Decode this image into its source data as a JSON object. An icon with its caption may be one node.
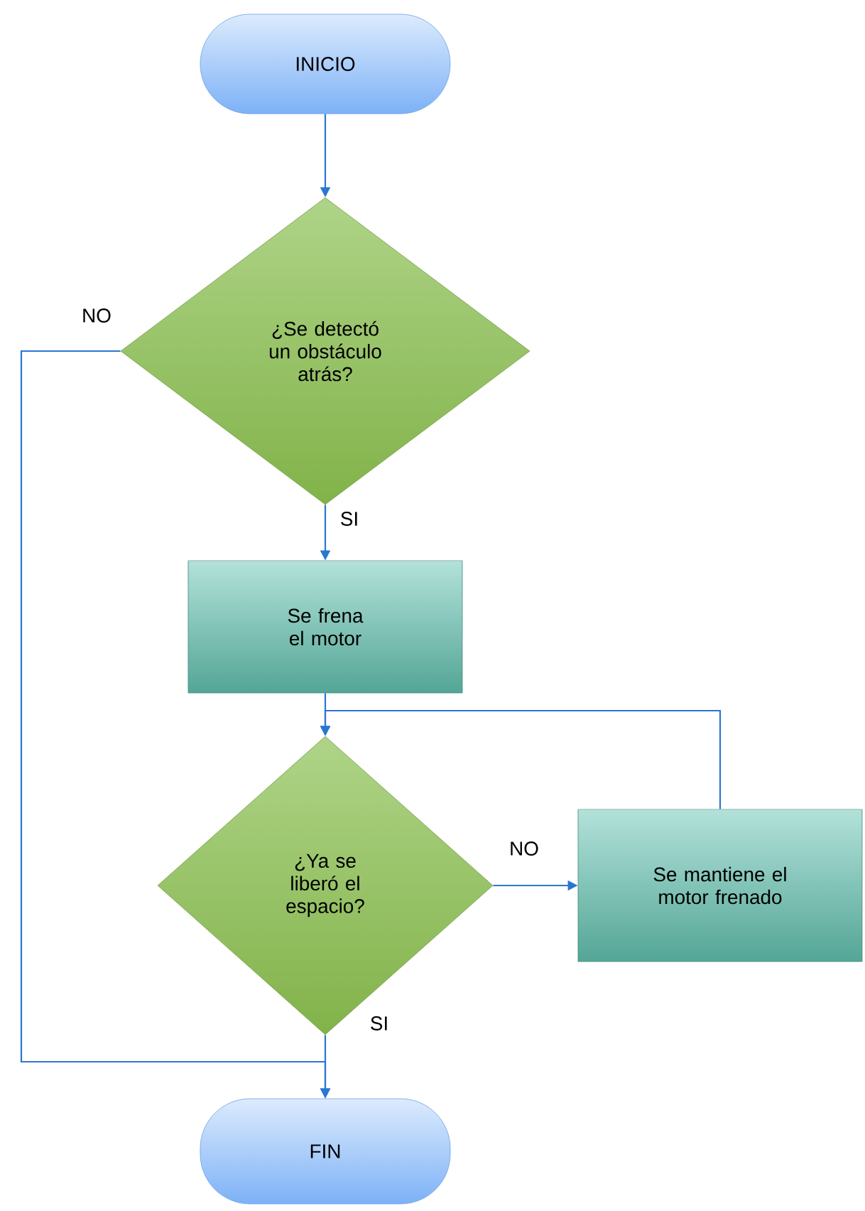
{
  "diagram": {
    "nodes": [
      {
        "text": [
          "INICIO"
        ]
      },
      {
        "text": [
          "¿Se detectó un obstáculo atrás?"
        ]
      },
      {
        "text": [
          "Se frena el motor"
        ]
      },
      {
        "text": [
          "¿Ya se liberó el espacio?"
        ]
      },
      {
        "text": [
          "Se mantiene el motor frenado"
        ]
      },
      {
        "text": [
          "FIN"
        ]
      }
    ],
    "edges": [
      {
        "from": 0,
        "to": 1,
        "arrow": "to"
      },
      {
        "from": 1,
        "to": 2,
        "arrow": "to",
        "label": "SI"
      },
      {
        "from": 1,
        "to": 5,
        "arrow": "to",
        "label": "NO"
      },
      {
        "from": 2,
        "to": 3,
        "arrow": "to"
      },
      {
        "from": 3,
        "to": 4,
        "arrow": "to",
        "label": "NO"
      },
      {
        "from": 4,
        "to": 3,
        "arrow": "to"
      },
      {
        "from": 3,
        "to": 5,
        "arrow": "to",
        "label": "SI"
      }
    ]
  }
}
